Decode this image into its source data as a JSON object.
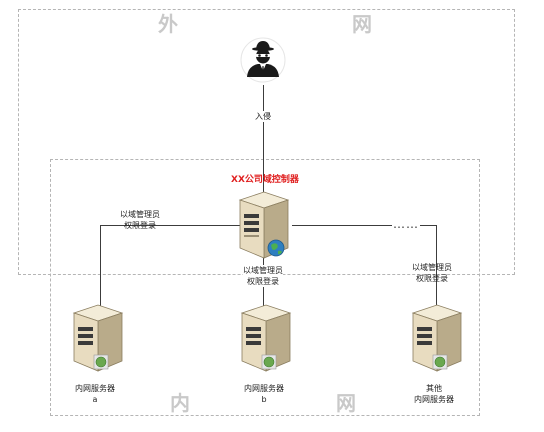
{
  "zones": {
    "outer": {
      "char1": "外",
      "char2": "网"
    },
    "inner": {
      "char1": "内",
      "char2": "网"
    }
  },
  "controller": {
    "title": "XX公司域控制器",
    "login_label": "以域管理员\n权限登录"
  },
  "intrusion_label": "入侵",
  "edges": {
    "left_login": "以域管理员\n权限登录",
    "right_login": "以域管理员\n权限登录",
    "dotted": "……"
  },
  "servers": [
    {
      "label": "内网服务器\na"
    },
    {
      "label": "内网服务器\nb"
    },
    {
      "label": "其他\n内网服务器"
    }
  ],
  "colors": {
    "zone_border": "#b5b5b5",
    "zone_text": "#c9c9c9",
    "title": "#e02020",
    "server_body": "#e8dcc0"
  },
  "icons": {
    "attacker": "hacker-icon",
    "server": "server-icon",
    "globe": "globe-icon"
  }
}
